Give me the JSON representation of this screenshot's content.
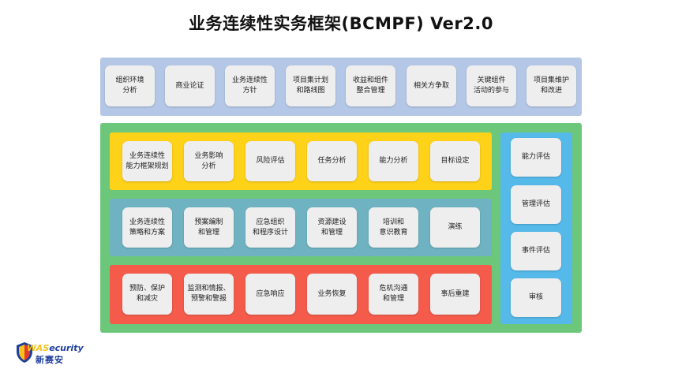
{
  "title": "业务连续性实务框架(BCMPF) Ver2.0",
  "top_row": [
    "组织环境\n分析",
    "商业论证",
    "业务连续性\n方针",
    "项目集计划\n和路线图",
    "收益和组件\n整合管理",
    "相关方争取",
    "关键组件\n活动的参与",
    "项目集维护\n和改进"
  ],
  "yellow_row": [
    "业务连续性\n能力框架规划",
    "业务影响\n分析",
    "风险评估",
    "任务分析",
    "能力分析",
    "目标设定"
  ],
  "teal_row": [
    "业务连续性\n策略和方案",
    "预案编制\n和管理",
    "应急组织\n和程序设计",
    "资源建设\n和管理",
    "培训和\n意识教育",
    "演练"
  ],
  "red_row": [
    "预防、保护\n和减灾",
    "监测和情报、\n预警和警报",
    "应急响应",
    "业务恢复",
    "危机沟通\n和管理",
    "事后重建"
  ],
  "right_column": [
    "能力评估",
    "管理评估",
    "事件评估",
    "审核"
  ],
  "logo": {
    "brand_ws": "WAS",
    "brand_security": "ecurity",
    "brand_cn": "新赛安"
  },
  "colors": {
    "top_band": "#b4c7e7",
    "outer_band": "#6dc77b",
    "yellow_row": "#ffd21a",
    "teal_row": "#6fb3c2",
    "red_row": "#f45b4b",
    "right_column": "#55b9ea",
    "box": "#eeeeee"
  }
}
